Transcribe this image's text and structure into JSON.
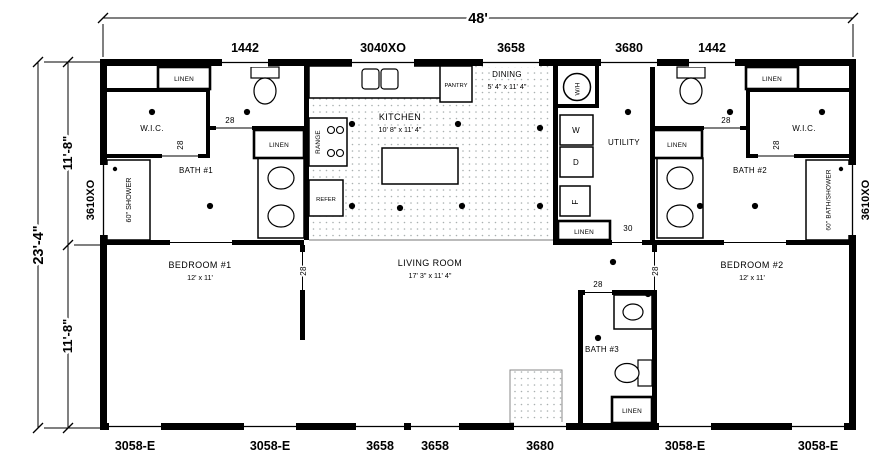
{
  "drawing": {
    "type": "manufactured-home-floor-plan"
  },
  "dims": {
    "width": "48'",
    "depth": "23'-4\"",
    "half_upper": "11'-8\"",
    "half_lower": "11'-8\"",
    "side_left": "3610XO",
    "side_right": "3610XO",
    "top": [
      "1442",
      "3040XO",
      "3658",
      "3680",
      "1442"
    ],
    "bottom": [
      "3058-E",
      "3058-E",
      "3658",
      "3658",
      "3680",
      "3058-E",
      "3058-E"
    ]
  },
  "rooms": {
    "wic": "W.I.C.",
    "bath1": "BATH #1",
    "bath2": "BATH #2",
    "bath3": "BATH #3",
    "bedroom1": "BEDROOM #1",
    "bedroom1_size": "12' x 11'",
    "bedroom2": "BEDROOM #2",
    "bedroom2_size": "12' x 11'",
    "kitchen": "KITCHEN",
    "kitchen_size": "10' 8\" x 11' 4\"",
    "dining": "DINING",
    "dining_size": "5' 4\" x 11' 4\"",
    "living": "LIVING ROOM",
    "living_size": "17' 3\" x 11' 4\"",
    "utility": "UTILITY",
    "pantry": "PANTRY"
  },
  "fixtures": {
    "linen": "LINEN",
    "shower": "60\" SHOWER",
    "bath_shower": "60\" BATH/SHOWER",
    "range": "RANGE",
    "refrigerator": "REFER",
    "washer": "W",
    "dryer": "D",
    "furnace": "F",
    "water_heater": "W/H"
  },
  "doors": {
    "door28": "28",
    "door30": "30"
  },
  "colors": {
    "wall": "#000000",
    "background": "#ffffff",
    "tile_dot": "#a9b0b0"
  }
}
